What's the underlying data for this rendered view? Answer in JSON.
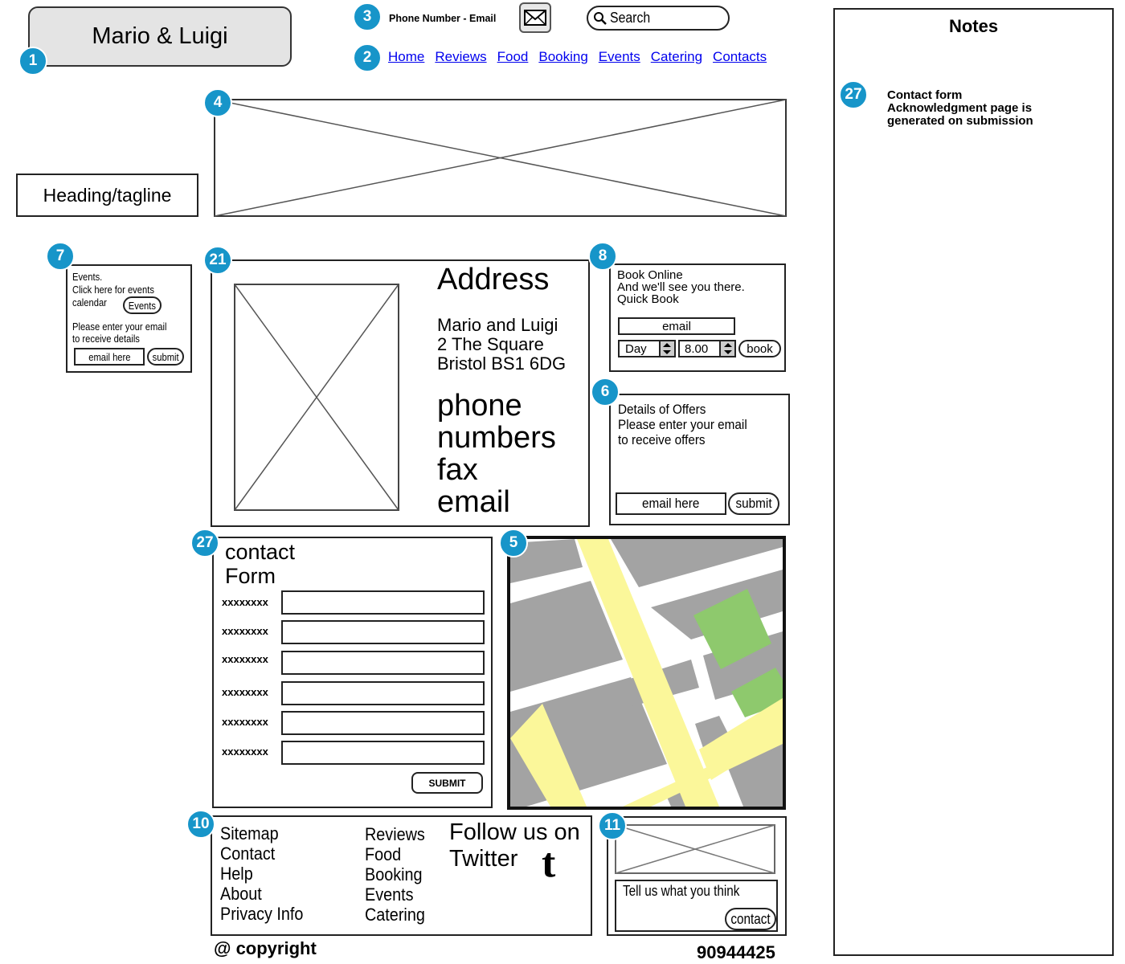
{
  "logo": {
    "label": "Mario & Luigi"
  },
  "header": {
    "contact_text": "Phone Number - Email",
    "search_placeholder": "Search",
    "nav": [
      "Home",
      "Reviews",
      "Food",
      "Booking",
      "Events",
      "Catering",
      "Contacts"
    ]
  },
  "badges": {
    "b1": "1",
    "b2": "2",
    "b3": "3",
    "b4": "4",
    "b5": "5",
    "b6": "6",
    "b7": "7",
    "b8": "8",
    "b10": "10",
    "b11": "11",
    "b21": "21",
    "b27a": "27",
    "b27b": "27"
  },
  "heading": {
    "label": "Heading/tagline"
  },
  "events_box": {
    "line1": "Events.",
    "line2": "Click here for events",
    "line3": "calendar",
    "events_button": "Events",
    "line4": "Please enter your email",
    "line5": "to receive details",
    "email_placeholder": "email here",
    "submit_button": "submit"
  },
  "address_box": {
    "title": "Address",
    "name": "Mario and Luigi",
    "street": "2 The Square",
    "city": "Bristol BS1 6DG",
    "phone": "phone",
    "numbers": "numbers",
    "fax": "fax",
    "email": "email"
  },
  "booking_box": {
    "line1": "Book Online",
    "line2": "And we'll see you there.",
    "line3": "Quick Book",
    "email_field": "email",
    "day_field": "Day",
    "time_field": "8.00",
    "book_button": "book"
  },
  "offers_box": {
    "line1": "Details of Offers",
    "line2": "Please enter your email",
    "line3": "to receive offers",
    "email_placeholder": "email here",
    "submit_button": "submit"
  },
  "contact_form": {
    "title_line1": "contact",
    "title_line2": "Form",
    "labels": [
      "xxxxxxxx",
      "xxxxxxxx",
      "xxxxxxxx",
      "xxxxxxxx",
      "xxxxxxxx",
      "xxxxxxxx"
    ],
    "submit_button": "SUBMIT"
  },
  "footer_links": {
    "col1": [
      "Sitemap",
      "Contact",
      "Help",
      "About",
      "Privacy Info"
    ],
    "col2": [
      "Reviews",
      "Food",
      "Booking",
      "Events",
      "Catering"
    ],
    "twitter_line1": "Follow us on",
    "twitter_line2": "Twitter",
    "twitter_glyph": "t"
  },
  "feedback_box": {
    "prompt": "Tell us what you think",
    "contact_button": "contact"
  },
  "bottom": {
    "copyright": "@ copyright",
    "id_number": "90944425"
  },
  "notes": {
    "title": "Notes",
    "note_line1": "Contact form",
    "note_line2": "Acknowledgment page is",
    "note_line3": "generated on submission"
  },
  "colors": {
    "badge": "#1795c9",
    "map_road": "#fbf79a",
    "map_block": "#a3a3a3",
    "map_park": "#8ec96d",
    "link": "#0000ee"
  }
}
